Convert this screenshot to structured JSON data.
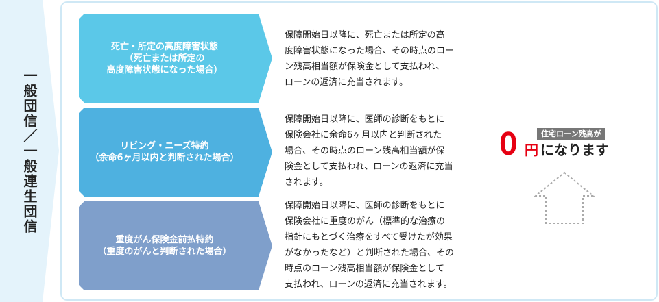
{
  "side_label": "一般団信／一般連生団信",
  "rows": [
    {
      "label": "死亡・所定の高度障害状態\n（死亡または所定の\n高度障害状態になった場合）",
      "description": "保障開始日以降に、死亡または所定の高\n度障害状態になった場合、その時点のロー\nン残高相当額が保険金として支払われ、\nローンの返済に充当されます。",
      "color": "#5bc8e8"
    },
    {
      "label": "リビング・ニーズ特約\n（余命6ヶ月以内と判断された場合）",
      "description": "保障開始日以降に、医師の診断をもとに\n保険会社に余命6ヶ月以内と判断された\n場合、その時点のローン残高相当額が保\n険金として支払われ、ローンの返済に充当\nされます。",
      "color": "#4eb1e0"
    },
    {
      "label": "重度がん保険金前払特約\n（重度のがんと判断された場合）",
      "description": "保障開始日以降に、医師の診断をもとに\n保険会社に重度のがん（標準的な治療の\n指針にもとづく治療をすべて受けたが効果\nがなかったなど）と判断された場合、その\n時点のローン残高相当額が保険金として\n支払われ、ローンの返済に充当されます。",
      "color": "#7f9fcb"
    }
  ],
  "result": {
    "badge": "住宅ローン残高が",
    "amount": "0",
    "unit": "円",
    "suffix": "になります"
  },
  "colors": {
    "accent_red": "#e60012",
    "side_band": "#e4f3fb",
    "panel_border": "#cfe8f5",
    "house_outline": "#aaaaaa"
  },
  "icons": [
    "house-outline-icon"
  ]
}
